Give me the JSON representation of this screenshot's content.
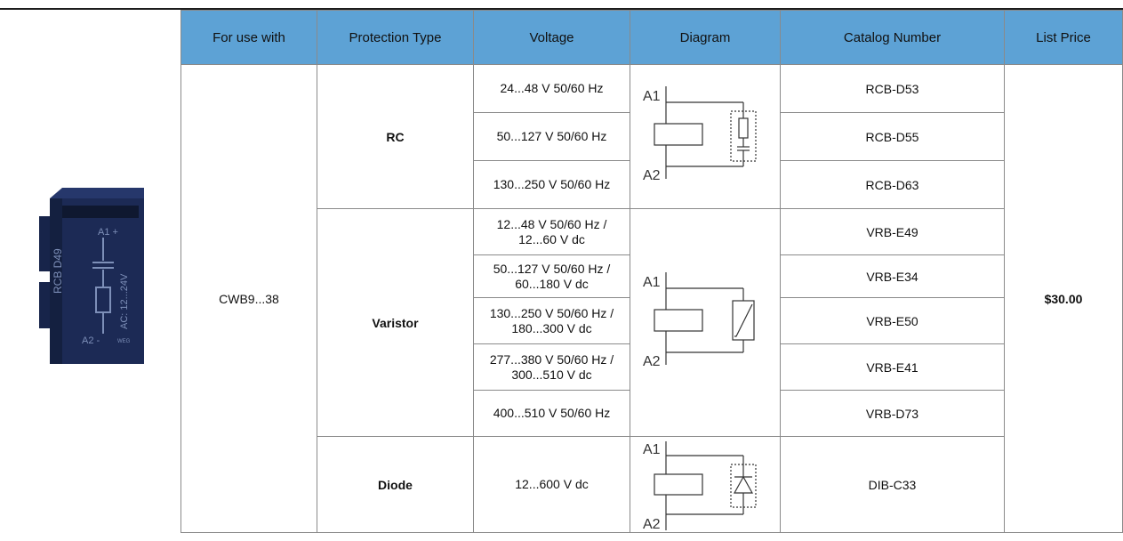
{
  "table": {
    "headers": {
      "use_with": "For use with",
      "protection_type": "Protection Type",
      "voltage": "Voltage",
      "diagram": "Diagram",
      "catalog_number": "Catalog Number",
      "list_price": "List Price"
    },
    "use_with_value": "CWB9...38",
    "list_price_value": "$30.00",
    "groups": {
      "rc": {
        "label": "RC",
        "rows": [
          {
            "voltage_l1": "24...48 V 50/60 Hz",
            "voltage_l2": "",
            "catalog": "RCB-D53"
          },
          {
            "voltage_l1": "50...127 V 50/60 Hz",
            "voltage_l2": "",
            "catalog": "RCB-D55"
          },
          {
            "voltage_l1": "130...250 V 50/60 Hz",
            "voltage_l2": "",
            "catalog": "RCB-D63"
          }
        ]
      },
      "varistor": {
        "label": "Varistor",
        "rows": [
          {
            "voltage_l1": "12...48 V 50/60 Hz /",
            "voltage_l2": "12...60 V dc",
            "catalog": "VRB-E49"
          },
          {
            "voltage_l1": "50...127 V 50/60 Hz /",
            "voltage_l2": "60...180 V dc",
            "catalog": "VRB-E34"
          },
          {
            "voltage_l1": "130...250 V 50/60 Hz /",
            "voltage_l2": "180...300 V dc",
            "catalog": "VRB-E50"
          },
          {
            "voltage_l1": "277...380 V 50/60 Hz /",
            "voltage_l2": "300...510 V dc",
            "catalog": "VRB-E41"
          },
          {
            "voltage_l1": "400...510 V 50/60 Hz",
            "voltage_l2": "",
            "catalog": "VRB-D73"
          }
        ]
      },
      "diode": {
        "label": "Diode",
        "rows": [
          {
            "voltage_l1": "12...600 V dc",
            "voltage_l2": "",
            "catalog": "DIB-C33"
          }
        ]
      }
    },
    "diagram_labels": {
      "a1": "A1",
      "a2": "A2"
    }
  },
  "product_image": {
    "color": "#1c2a55",
    "label_top": "A1 +",
    "label_model": "RCB D49",
    "label_voltage": "AC: 12...24V",
    "label_bottom": "A2 -",
    "label_brand": "WEG"
  }
}
